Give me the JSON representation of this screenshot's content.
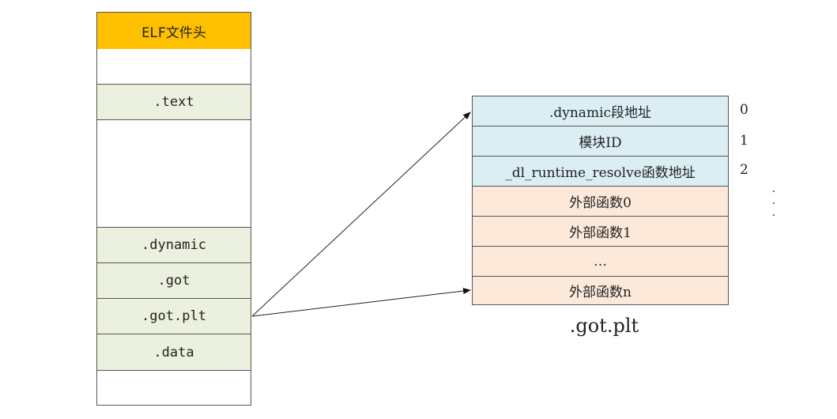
{
  "elf_layout": {
    "header": "ELF文件头",
    "sections": {
      "text": ".text",
      "dynamic": ".dynamic",
      "got": ".got",
      "got_plt": ".got.plt",
      "data": ".data"
    }
  },
  "got_plt_table": {
    "caption": ".got.plt",
    "entries": [
      {
        "label": ".dynamic段地址",
        "index": "0"
      },
      {
        "label": "模块ID",
        "index": "1"
      },
      {
        "label": "_dl_runtime_resolve函数地址",
        "index": "2"
      },
      {
        "label": "外部函数0"
      },
      {
        "label": "外部函数1"
      },
      {
        "label": "…"
      },
      {
        "label": "外部函数n"
      }
    ]
  },
  "colors": {
    "header": "#ffc000",
    "elf_section": "#ebf1de",
    "reserved_entry": "#daeef3",
    "function_entry": "#fde9d9"
  }
}
